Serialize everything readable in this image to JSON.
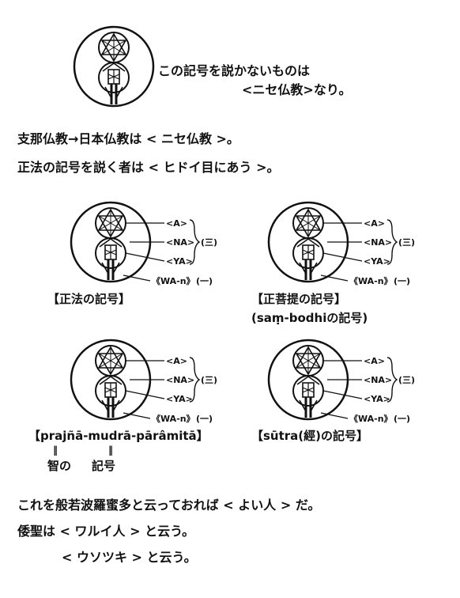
{
  "top_text": {
    "line1": "この記号を説かないものは",
    "line2": "<ニセ仏教>なり。"
  },
  "para1": {
    "line1": "支那仏教→日本仏教は < ニセ仏教 >。",
    "line2": "正法の記号を説く者は < ヒドイ目にあう >。"
  },
  "symbol_labels": {
    "a": "<A>",
    "na": "<NA>",
    "ya": "<YA>",
    "wan": "《WA-n》",
    "three": "(三)",
    "one": "(一)"
  },
  "captions": {
    "c1": "【正法の記号】",
    "c2a": "【正菩提の記号】",
    "c2b": "(saṃ-bodhiの記号)",
    "c3": "【prajñā-mudrā-pārâmitā】",
    "c3_eq": "‖",
    "c3_a": "智の",
    "c3_b": "記号",
    "c4": "【sūtra(經)の記号】"
  },
  "bottom": {
    "line1": "これを般若波羅蜜多と云っておれば < よい人 > だ。",
    "line2": "倭聖は < ワルイ人 > と云う。",
    "line3": "< ウソツキ > と云う。"
  }
}
